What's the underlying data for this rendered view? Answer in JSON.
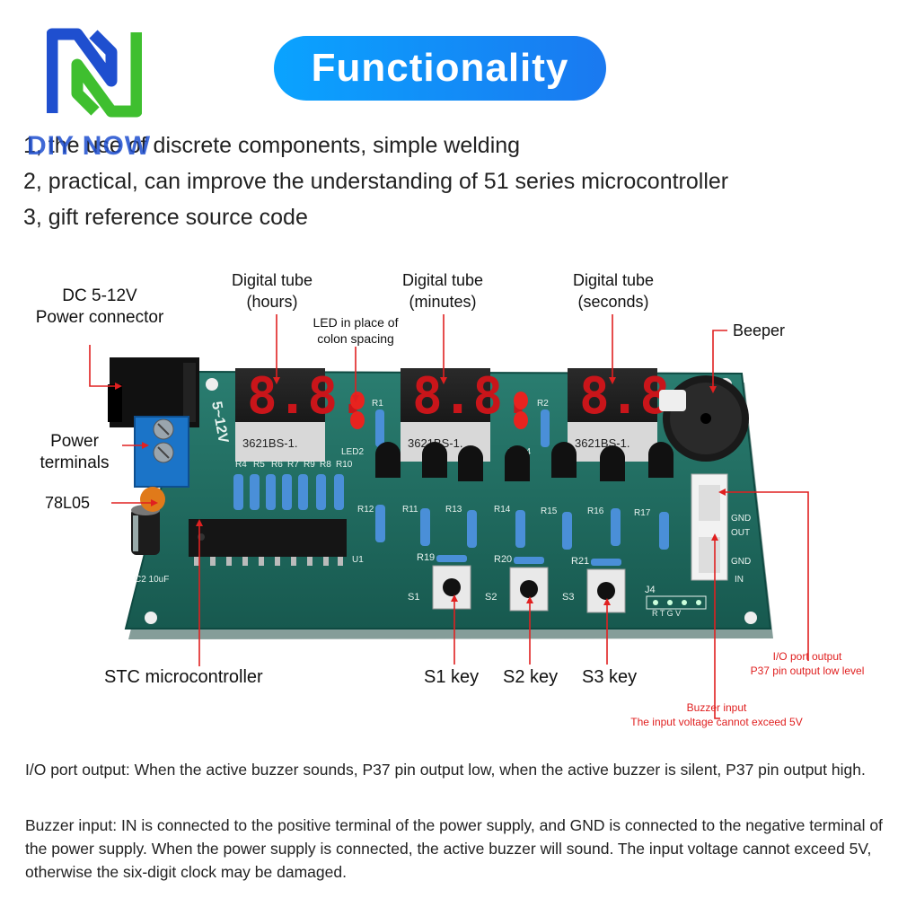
{
  "brand": {
    "name": "DIY NOW"
  },
  "title": "Functionality",
  "features": [
    "1, the use of discrete components, simple welding",
    "2, practical, can improve the understanding of 51 series microcontroller",
    "3, gift reference source code"
  ],
  "labels": {
    "dc_line1": "DC 5-12V",
    "dc_line2": "Power connector",
    "tube_hours_line1": "Digital tube",
    "tube_hours_line2": "(hours)",
    "tube_minutes_line1": "Digital tube",
    "tube_minutes_line2": "(minutes)",
    "tube_seconds_line1": "Digital tube",
    "tube_seconds_line2": "(seconds)",
    "led_colon_line1": "LED in place of",
    "led_colon_line2": "colon spacing",
    "beeper": "Beeper",
    "power_terminals_line1": "Power",
    "power_terminals_line2": "terminals",
    "regulator": "78L05",
    "mcu": "STC microcontroller",
    "s1": "S1 key",
    "s2": "S2 key",
    "s3": "S3 key",
    "io_note_line1": "I/O port output",
    "io_note_line2": "P37 pin output low level",
    "buzzer_note_line1": "Buzzer input",
    "buzzer_note_line2": "The input voltage cannot exceed 5V"
  },
  "board_marks": {
    "voltage": "5~12V",
    "tube_part": "3621BS-1.",
    "resistors_top": [
      "R4",
      "R5",
      "R6",
      "R7",
      "R9",
      "R8",
      "R10"
    ],
    "r1": "R1",
    "r2": "R2",
    "r12": "R12",
    "r11": "R11",
    "r13": "R13",
    "r14": "R14",
    "r15": "R15",
    "r16": "R16",
    "r17": "R17",
    "r19": "R19",
    "r20": "R20",
    "r21": "R21",
    "led2": "LED2",
    "led4": "LED4",
    "s1": "S1",
    "s2": "S2",
    "s3": "S3",
    "j4": "J4",
    "j4_pins": "R  T  G  V",
    "u1": "U1",
    "c2": "C2 10uF",
    "gnd": "GND",
    "out": "OUT",
    "in": "IN"
  },
  "bottom_notes": [
    "I/O port output: When the active buzzer sounds, P37 pin output low, when the active buzzer is silent, P37 pin output high.",
    "Buzzer input: IN is connected to the positive terminal of the power supply, and GND is connected to the negative terminal of the power supply. When the power supply is connected, the active buzzer will sound. The input voltage cannot exceed 5V, otherwise the six-digit clock may be damaged."
  ],
  "colors": {
    "pcb": "#1f6f63",
    "accent_blue": "#1a8cff",
    "callout_red": "#e02020",
    "logo_blue": "#1f4fcf",
    "logo_green": "#3fbf2f"
  }
}
